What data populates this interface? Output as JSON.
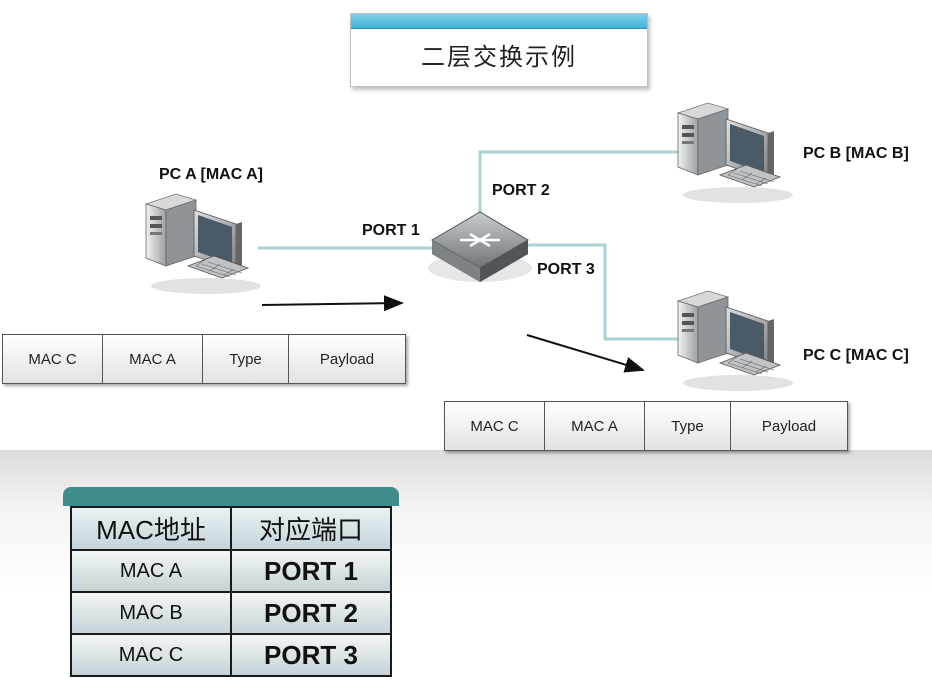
{
  "title": "二层交换示例",
  "hosts": {
    "pc_a": "PC A  [MAC A]",
    "pc_b": "PC B  [MAC B]",
    "pc_c": "PC C  [MAC C]"
  },
  "ports": {
    "port1": "PORT 1",
    "port2": "PORT 2",
    "port3": "PORT 3"
  },
  "frame_in": [
    "MAC  C",
    "MAC  A",
    "Type",
    "Payload"
  ],
  "frame_out": [
    "MAC  C",
    "MAC  A",
    "Type",
    "Payload"
  ],
  "mac_table": {
    "headers": [
      "MAC地址",
      "对应端口"
    ],
    "rows": [
      {
        "mac": "MAC A",
        "port": "PORT 1"
      },
      {
        "mac": "MAC B",
        "port": "PORT 2"
      },
      {
        "mac": "MAC C",
        "port": "PORT 3"
      }
    ]
  },
  "colors": {
    "link": "#a9d3d3",
    "title_bar": "#41b2d8",
    "table_header_band": "#3f8c8c"
  }
}
